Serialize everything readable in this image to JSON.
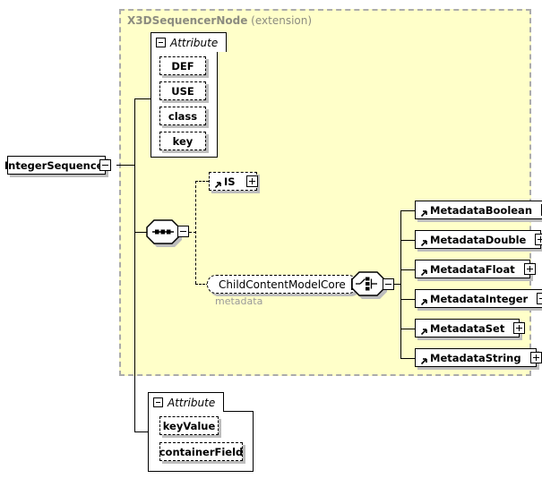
{
  "extension_box": {
    "title_bold": "X3DSequencerNode",
    "title_rest": "(extension)"
  },
  "root_element": {
    "label": "IntegerSequencer"
  },
  "attribute_group_top": {
    "header": "Attribute",
    "items": [
      "DEF",
      "USE",
      "class",
      "key"
    ]
  },
  "sequence_indicator": {
    "type": "sequence"
  },
  "is_element": {
    "label": "IS"
  },
  "child_content_element": {
    "label": "ChildContentModelCore",
    "annotation": "metadata"
  },
  "choice_indicator": {
    "type": "choice"
  },
  "metadata_elements": [
    "MetadataBoolean",
    "MetadataDouble",
    "MetadataFloat",
    "MetadataInteger",
    "MetadataSet",
    "MetadataString"
  ],
  "attribute_group_bottom": {
    "header": "Attribute",
    "items": [
      "keyValue",
      "containerField"
    ]
  },
  "colors": {
    "extension_bg": "#FFFFC9",
    "extension_border": "#ABABAB",
    "extension_title": "#8C8C80",
    "annotation_text": "#9A9A9A",
    "shadow": "#BDBDBD",
    "box_bg": "#FFFFFF",
    "line": "#000000"
  }
}
